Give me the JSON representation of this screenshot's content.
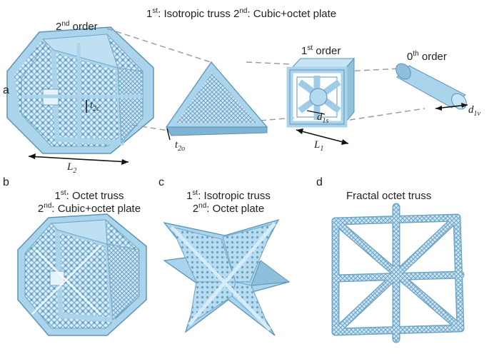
{
  "panel_labels": {
    "a": "a",
    "b": "b",
    "c": "c",
    "d": "d"
  },
  "titles": {
    "a_main_1": "1",
    "a_main_1_sup": "st",
    "a_main_1_rest": ": Isotropic truss 2",
    "a_main_2_sup": "nd",
    "a_main_2_rest": ": Cubic+octet plate",
    "second_order_base": "2",
    "second_order_sup": "nd",
    "second_order_rest": " order",
    "first_order_base": "1",
    "first_order_sup": "st",
    "first_order_rest": " order",
    "zeroth_order_base": "0",
    "zeroth_order_sup": "th",
    "zeroth_order_rest": " order",
    "b_line1_base": "1",
    "b_line1_sup": "st",
    "b_line1_rest": ": Octet truss",
    "b_line2_base": "2",
    "b_line2_sup": "nd",
    "b_line2_rest": ": Cubic+octet plate",
    "c_line1_base": "1",
    "c_line1_sup": "st",
    "c_line1_rest": ": Isotropic truss",
    "c_line2_base": "2",
    "c_line2_sup": "nd",
    "c_line2_rest": ": Octet plate",
    "d_title": "Fractal octet truss"
  },
  "symbols": {
    "L2": "L",
    "L2_sub": "2",
    "L1": "L",
    "L1_sub": "1",
    "t2c": "t",
    "t2c_sub": "2c",
    "t2o": "t",
    "t2o_sub": "2o",
    "d1s": "d",
    "d1s_sub": "1s",
    "d1v": "d",
    "d1v_sub": "1v"
  },
  "colors": {
    "structure": "#a9d4ec",
    "edge": "#6fa6c8",
    "dark": "#4d86aa",
    "lattice": "#cfe7f5"
  }
}
